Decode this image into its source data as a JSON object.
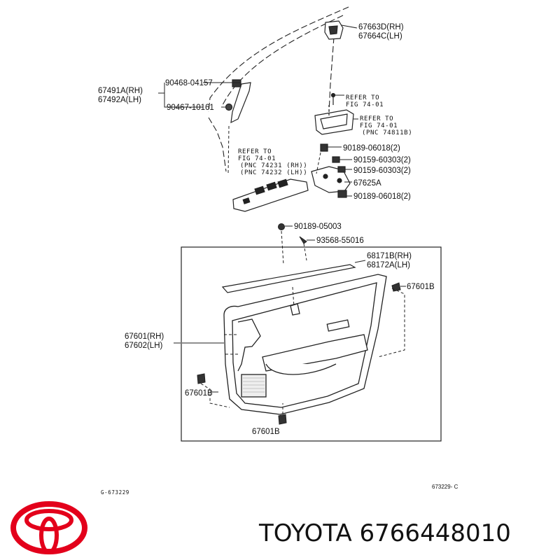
{
  "labels": {
    "p67663d": "67663D(RH)",
    "p67664c": "67664C(LH)",
    "p90468": "90468-04157",
    "p67491a": "67491A(RH)",
    "p67492a": "67492A(LH)",
    "p90467": "90467-10161",
    "ref1_a": "REFER TO",
    "ref1_b": "FIG 74-01",
    "ref2_a": "REFER TO",
    "ref2_b": "FIG 74-01",
    "ref2_c": "(PNC 74811B)",
    "ref3_a": "REFER TO",
    "ref3_b": "FIG 74-01",
    "ref3_c": "(PNC 74231 (RH))",
    "ref3_d": "(PNC 74232 (LH))",
    "p90189_a": "90189-06018(2)",
    "p90159_a": "90159-60303(2)",
    "p90159_b": "90159-60303(2)",
    "p67625a": "67625A",
    "p90189_b": "90189-06018(2)",
    "p90189_05003": "90189-05003",
    "p93568": "93568-55016",
    "p68171b": "68171B(RH)",
    "p68172a": "68172A(LH)",
    "p67601b_r": "67601B",
    "p67601": "67601(RH)",
    "p67602": "67602(LH)",
    "p67601b_l": "67601B",
    "p67601b_b": "67601B",
    "code_left": "G-673229",
    "code_right": "673229- C"
  },
  "brand": {
    "text": "TOYOTA 6766448010",
    "logo_color": "#e3001b"
  }
}
